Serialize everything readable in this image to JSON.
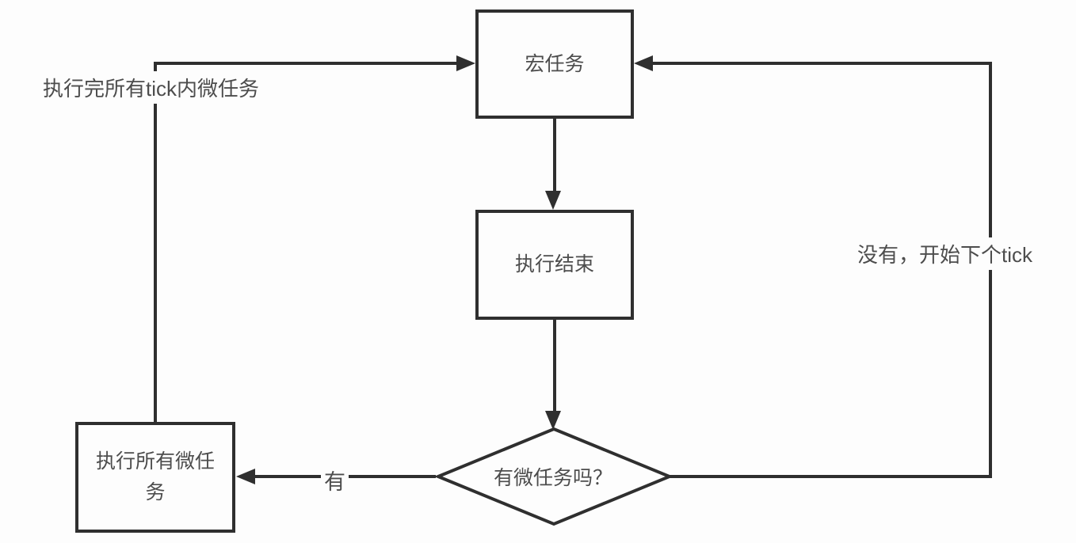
{
  "diagram": {
    "type": "flowchart",
    "nodes": {
      "macro_task": {
        "label": "宏任务",
        "shape": "rect"
      },
      "execution_end": {
        "label": "执行结束",
        "shape": "rect"
      },
      "has_microtask": {
        "label": "有微任务吗？",
        "shape": "diamond"
      },
      "run_all_microtasks": {
        "label": "执行所有微任务",
        "shape": "rect"
      }
    },
    "edge_labels": {
      "after_all_tick_microtasks": "执行完所有tick内微任务",
      "no_start_next_tick": "没有，开始下个tick",
      "yes": "有"
    },
    "edges": [
      {
        "from": "macro_task",
        "to": "execution_end",
        "label": ""
      },
      {
        "from": "execution_end",
        "to": "has_microtask",
        "label": ""
      },
      {
        "from": "has_microtask",
        "to": "run_all_microtasks",
        "label": "有"
      },
      {
        "from": "has_microtask",
        "to": "macro_task",
        "label": "没有，开始下个tick"
      },
      {
        "from": "run_all_microtasks",
        "to": "macro_task",
        "label": "执行完所有tick内微任务"
      }
    ],
    "colors": {
      "line": "#2f2f2f",
      "text": "#4d4d4d",
      "background": "#fdfdfd"
    }
  }
}
